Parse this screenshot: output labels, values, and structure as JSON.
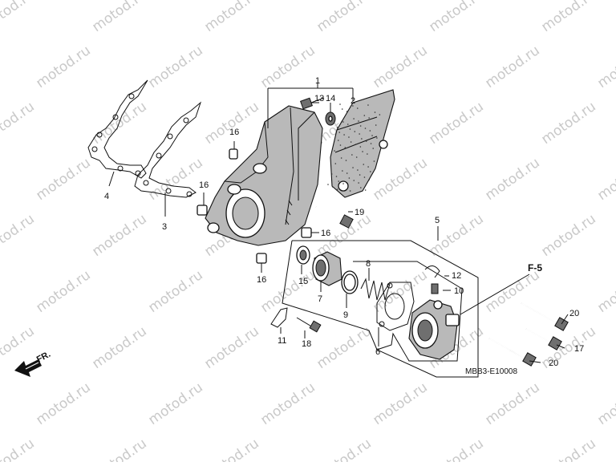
{
  "watermark": "motod.ru",
  "diagram_code": "MBB3-E10008",
  "section_ref": "F-5",
  "front_label": "FR.",
  "callouts": {
    "c1": "1",
    "c2": "2",
    "c3": "3",
    "c4": "4",
    "c5": "5",
    "c6": "6",
    "c7": "7",
    "c8": "8",
    "c9": "9",
    "c10": "10",
    "c11": "11",
    "c12": "12",
    "c13": "13",
    "c14": "14",
    "c15": "15",
    "c16a": "16",
    "c16b": "16",
    "c16c": "16",
    "c16d": "16",
    "c17": "17",
    "c18": "18",
    "c19": "19",
    "c20a": "20",
    "c20b": "20"
  }
}
